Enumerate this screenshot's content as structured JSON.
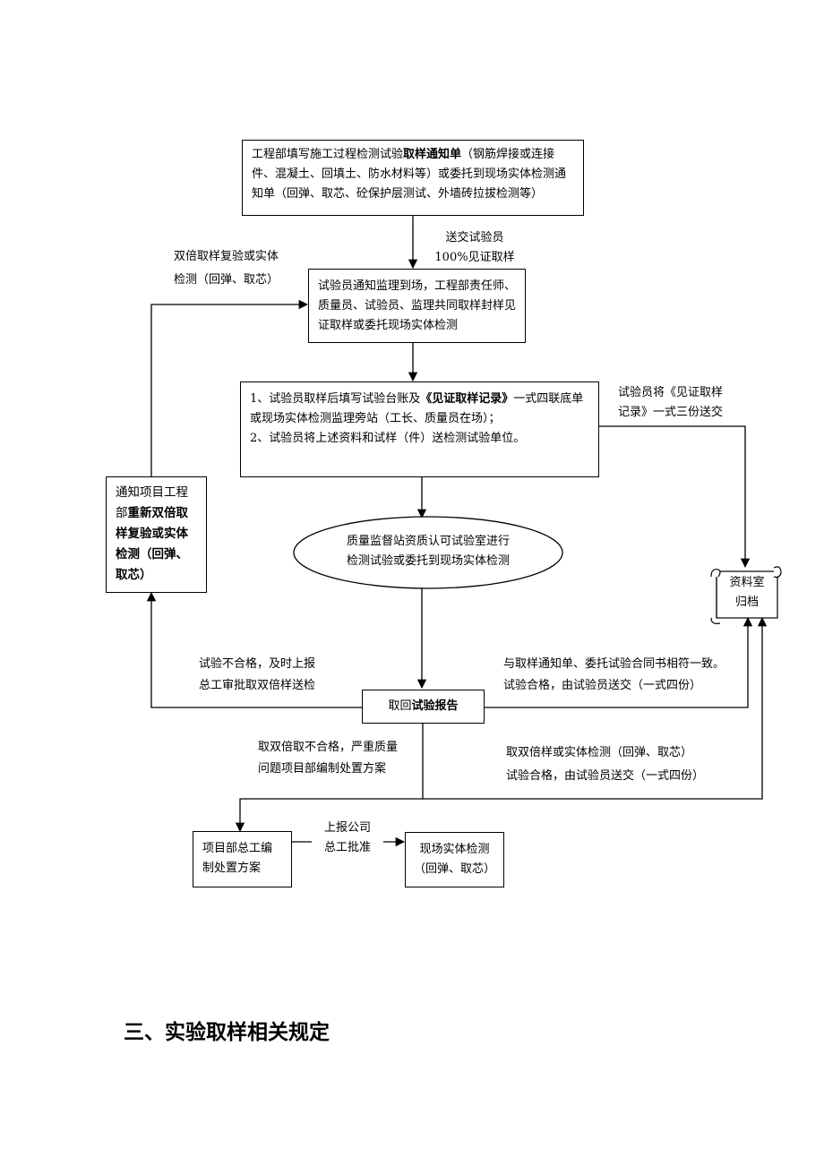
{
  "boxes": {
    "b1": {
      "p1": "工程部填写施工过程检测试验",
      "b1": "取样通知单",
      "p2": "（钢筋焊接或连接件、混凝土、回填土、防水材料等）或委托到现场实体检测通知单（回弹、取芯、砼保护层测试、外墙砖拉拔检测等）"
    },
    "b2": "试验员通知监理到场，工程部责任师、质量员、试验员、监理共同取样封样见证取样或委托现场实体检测",
    "b3": {
      "l1_p1": "1、试验员取样后填写试验台账及",
      "l1_b": "《见证取样记录》",
      "l1_p2": "一式四联底单或现场实体检测监理旁站（工长、质量员在场）；",
      "l2": "2、试验员将上述资料和试样（件）送检测试验单位。"
    },
    "ellipse": {
      "l1": "质量监督站资质认可试验室进行",
      "l2": "检测试验或委托到现场实体检测"
    },
    "left": {
      "p1": "通知项目工程部",
      "b": "重新双倍取样复验或实体检测（回弹、取芯）"
    },
    "report": {
      "p": "取回",
      "b": "试验报告"
    },
    "archive": {
      "l1": "资料室",
      "l2": "归档"
    },
    "proj": "项目部总工编制处置方案",
    "site": {
      "l1": "现场实体检测",
      "l2": "（回弹、取芯）"
    }
  },
  "labels": {
    "send1": "送交试验员",
    "send2": "100%见证取样",
    "double1": "双倍取样复验或实体",
    "double2": "检测（回弹、取芯）",
    "right1": "试验员将《见证取样",
    "right2": "记录》一式三份送交",
    "fail1": "试验不合格，及时上报",
    "fail2": "总工审批取双倍样送检",
    "pass1": "与取样通知单、委托试验合同书相符一致。",
    "pass2": "试验合格，由试验员送交（一式四份）",
    "dfail1": "取双倍取不合格，严重质量",
    "dfail2": "问题项目部编制处置方案",
    "dpass1": "取双倍样或实体检测（回弹、取芯）",
    "dpass2": "试验合格，由试验员送交（一式四份）",
    "up1": "上报公司",
    "up2": "总工批准"
  },
  "heading": "三、实验取样相关规定"
}
